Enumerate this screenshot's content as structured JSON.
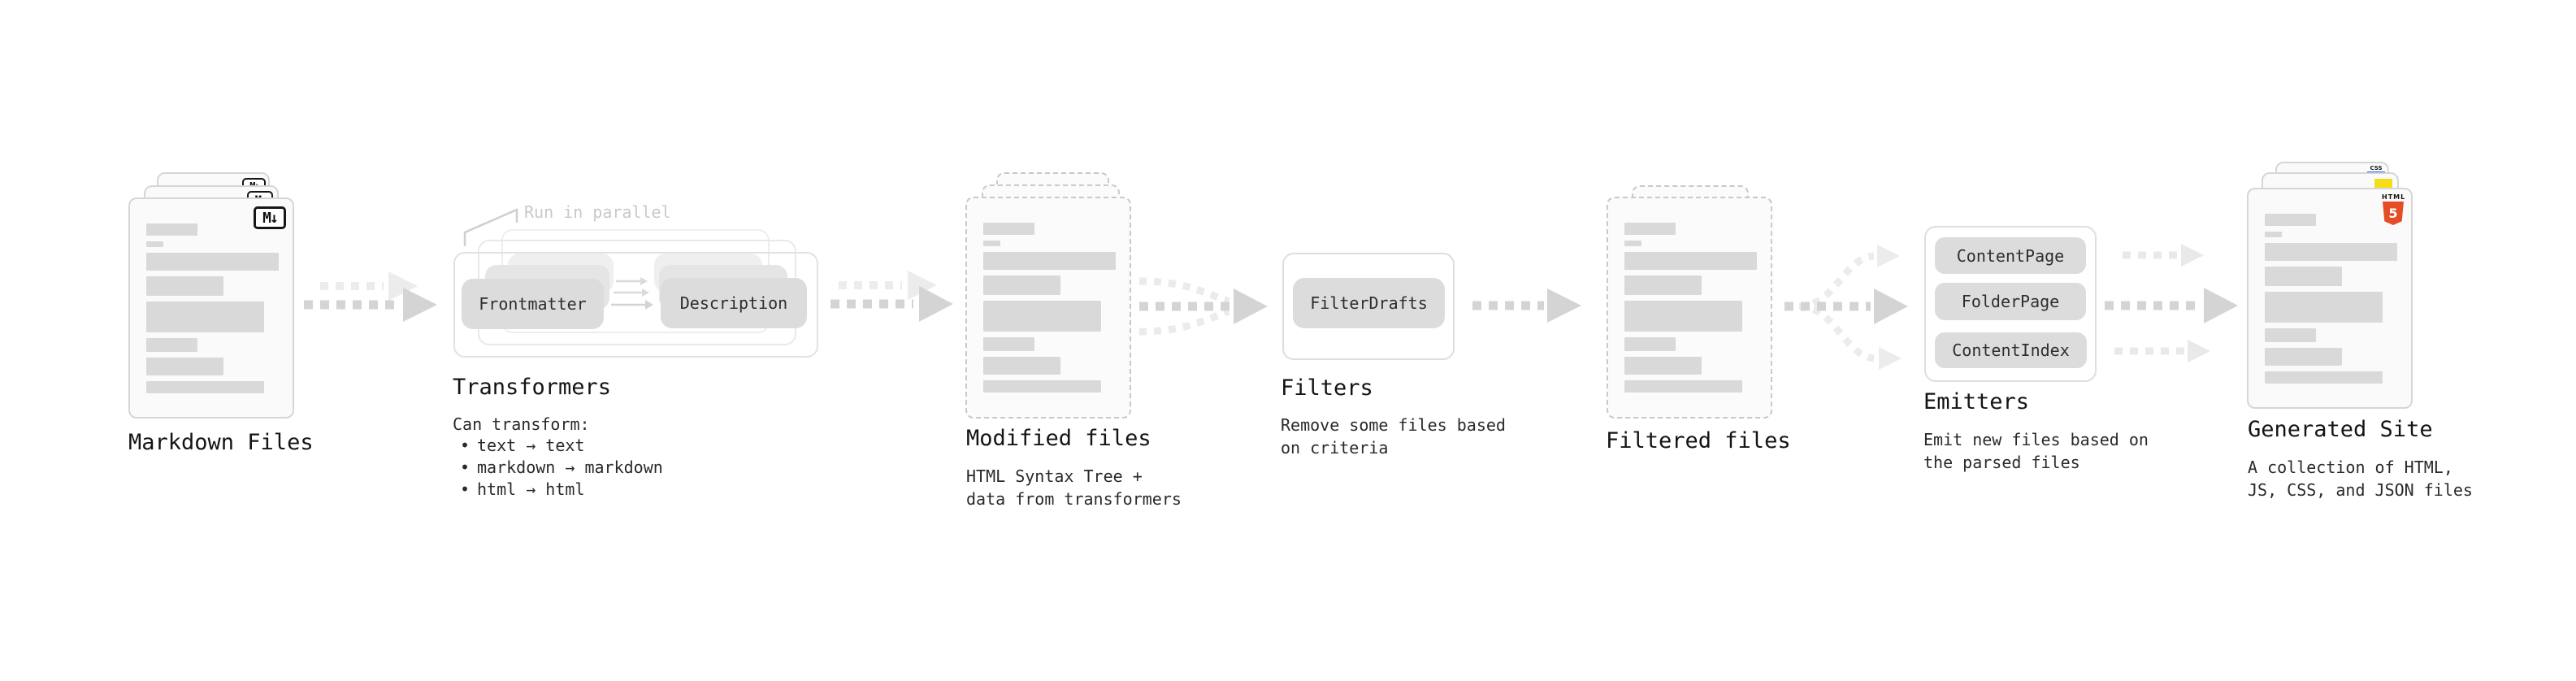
{
  "pipeline": {
    "stages": [
      {
        "title": "Markdown Files"
      },
      {
        "title": "Transformers",
        "annotation": "Run in parallel",
        "pills": [
          "Frontmatter",
          "Description"
        ],
        "subtitle": "Can transform:",
        "bullet_char": "•",
        "bullets": [
          "text → text",
          "markdown → markdown",
          "html → html"
        ]
      },
      {
        "title": "Modified files",
        "subtitle": "HTML Syntax Tree +\ndata from transformers"
      },
      {
        "title": "Filters",
        "subtitle": "Remove some files based\non criteria",
        "pills": [
          "FilterDrafts"
        ]
      },
      {
        "title": "Filtered files"
      },
      {
        "title": "Emitters",
        "subtitle": "Emit new files based on\nthe parsed files",
        "pills": [
          "ContentPage",
          "FolderPage",
          "ContentIndex"
        ]
      },
      {
        "title": "Generated Site",
        "subtitle": "A collection of HTML,\nJS, CSS, and JSON files"
      }
    ],
    "icons": {
      "markdown": "M↓",
      "html5_label": "HTML",
      "html5_digit": "5",
      "css_label": "CSS"
    },
    "colors": {
      "html5_orange": "#E44D26",
      "js_yellow": "#F5DE19",
      "css_blue": "#2962FF"
    }
  }
}
